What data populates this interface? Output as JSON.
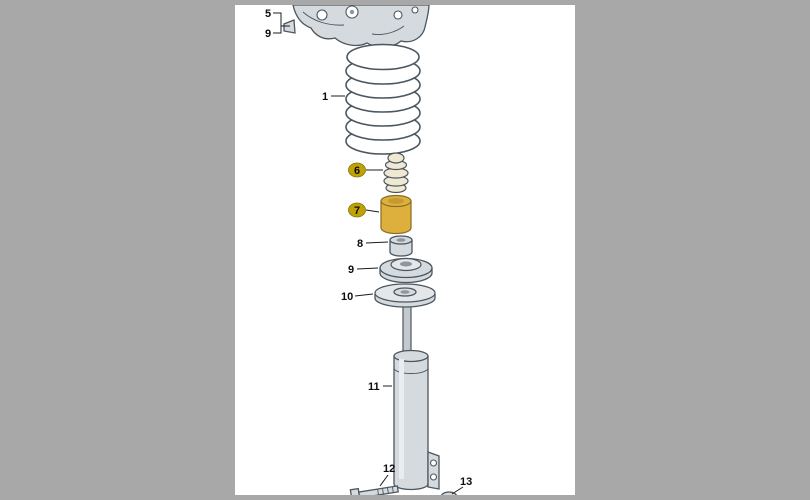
{
  "colors": {
    "outer_bg": "#a8a8a8",
    "inner_bg": "#ffffff",
    "outline": "#4c565f",
    "metal": "#d4dade",
    "metal_light": "#e3e7ea",
    "cream": "#efe9d4",
    "part_yellow": "#ddb03e",
    "yellow_stroke": "#8a6c20",
    "yellow_dark": "#c69a30",
    "hole_dark": "#8d969c",
    "rod": "#c3c9ce",
    "sheen": "#e9edef",
    "badge": "#bfa306",
    "badge_stroke": "#857100",
    "leader": "#1c1c1c"
  },
  "labels": [
    {
      "text": "5",
      "highlighted": false
    },
    {
      "text": "9",
      "highlighted": false
    },
    {
      "text": "1",
      "highlighted": false
    },
    {
      "text": "6",
      "highlighted": true
    },
    {
      "text": "7",
      "highlighted": true
    },
    {
      "text": "8",
      "highlighted": false
    },
    {
      "text": "9",
      "highlighted": false
    },
    {
      "text": "10",
      "highlighted": false
    },
    {
      "text": "11",
      "highlighted": false
    },
    {
      "text": "12",
      "highlighted": false
    },
    {
      "text": "13",
      "highlighted": false
    }
  ]
}
